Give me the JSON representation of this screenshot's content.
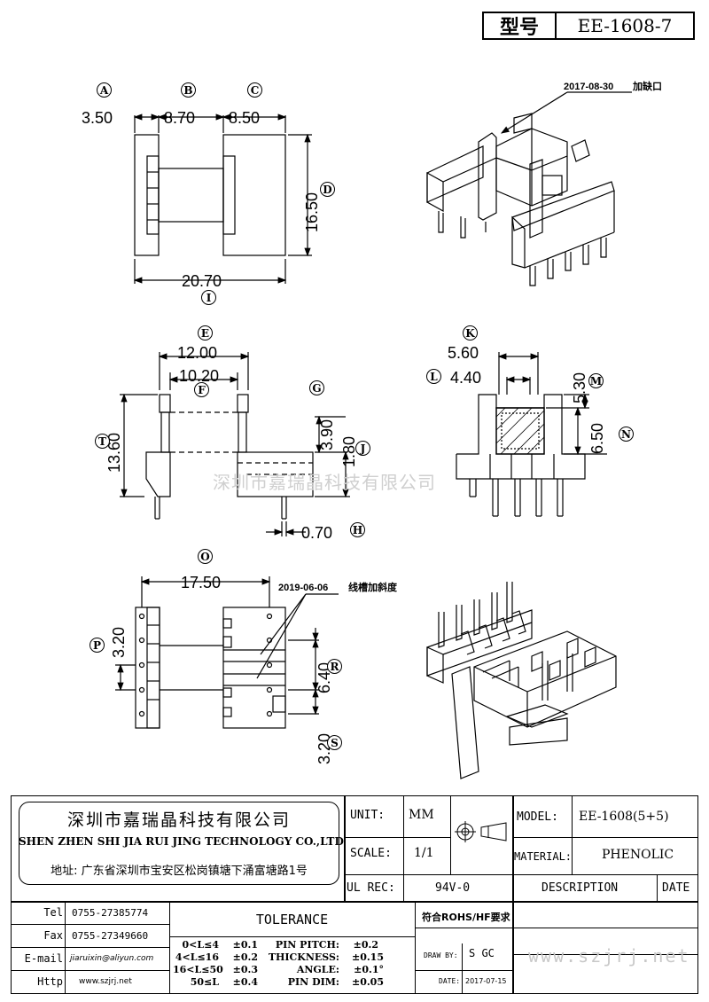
{
  "header": {
    "model_label": "型号",
    "model_value": "EE-1608-7"
  },
  "watermark": "深圳市嘉瑞晶科技有限公司",
  "notes": {
    "note1_date": "2017-08-30",
    "note1_text": "加缺口",
    "note2_date": "2019-06-06",
    "note2_text": "线槽加斜度"
  },
  "labels": [
    "A",
    "B",
    "C",
    "D",
    "I",
    "E",
    "F",
    "G",
    "T",
    "J",
    "H",
    "K",
    "L",
    "M",
    "N",
    "O",
    "P",
    "R",
    "S"
  ],
  "dims": {
    "a": "3.50",
    "b": "8.70",
    "c": "8.50",
    "d": "16.50",
    "i": "20.70",
    "e": "12.00",
    "f": "10.20",
    "g": "3.90",
    "t": "13.60",
    "j": "1.80",
    "h": "0.70",
    "k": "5.60",
    "l": "4.40",
    "m": "5.30",
    "n": "6.50",
    "o": "17.50",
    "p": "3.20",
    "r": "6.40",
    "s": "3.20"
  },
  "company": {
    "name_cn": "深圳市嘉瑞晶科技有限公司",
    "name_en": "SHEN ZHEN SHI  JIA RUI JING  TECHNOLOGY CO.,LTD",
    "address": "地址: 广东省深圳市宝安区松岗镇塘下涌富塘路1号"
  },
  "contact": {
    "tel_label": "Tel",
    "tel": "0755-27385774",
    "fax_label": "Fax",
    "fax": "0755-27349660",
    "email_label": "E-mail",
    "email": "jiaruixin@aliyun.com",
    "http_label": "Http",
    "http": "www.szjrj.net"
  },
  "spec": {
    "unit_label": "UNIT:",
    "unit": "MM",
    "scale_label": "SCALE:",
    "scale": "1/1",
    "ul_label": "UL REC:",
    "ul": "94V-0",
    "model_label": "MODEL:",
    "model": "EE-1608(5+5)",
    "material_label": "MATERIAL:",
    "material": "PHENOLIC",
    "description_label": "DESCRIPTION",
    "date_label": "DATE",
    "rohs": "符合ROHS/HF要求",
    "draw_label": "DRAW BY:",
    "draw_by": "S GC",
    "date_field_label": "DATE:",
    "date": "2017-07-15"
  },
  "tolerance": {
    "title": "TOLERANCE",
    "rows": [
      {
        "range": "0<L≤4",
        "tol": "±0.1",
        "k": "PIN PITCH:",
        "v": "±0.2"
      },
      {
        "range": "4<L≤16",
        "tol": "±0.2",
        "k": "THICKNESS:",
        "v": "±0.15"
      },
      {
        "range": "16<L≤50",
        "tol": "±0.3",
        "k": "ANGLE:",
        "v": "±0.1°"
      },
      {
        "range": "50≤L",
        "tol": "±0.4",
        "k": "PIN DIM:",
        "v": "±0.05"
      }
    ]
  },
  "url_watermark": "www.szjrj.net"
}
